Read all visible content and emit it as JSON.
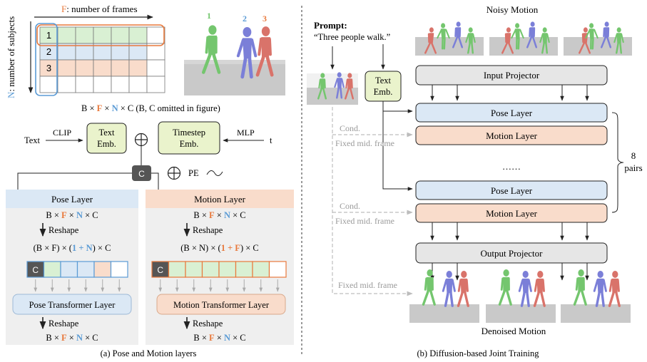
{
  "left": {
    "grid": {
      "frames_axis_letter": "F",
      "frames_axis_text": ": number of frames",
      "subjects_axis_letter": "N",
      "subjects_axis_text": ": number of subjects",
      "row_labels": [
        "1",
        "2",
        "3"
      ],
      "formula_parts": [
        "B × ",
        "F",
        " × ",
        "N",
        " × C",
        "  (B, C omitted in figure)"
      ],
      "figure_labels": [
        "1",
        "2",
        "3"
      ]
    },
    "embed": {
      "text_label": "Text",
      "clip_label": "CLIP",
      "text_emb": [
        "Text",
        "Emb."
      ],
      "plus": "⊕",
      "timestep_emb": [
        "Timestep",
        "Emb."
      ],
      "mlp_label": "MLP",
      "t_label": "t",
      "c_token": "C",
      "pe_label": "PE"
    },
    "pose_panel": {
      "title": "Pose Layer",
      "shape_in": [
        "B × ",
        "F",
        " × ",
        "N",
        " × C"
      ],
      "reshape": "Reshape",
      "shape_mid": [
        "(B × F) × (",
        "1 + N",
        ") × C"
      ],
      "transformer": "Pose Transformer Layer",
      "reshape2": "Reshape",
      "shape_out": [
        "B × ",
        "F",
        " × ",
        "N",
        " × C"
      ],
      "c_token": "C"
    },
    "motion_panel": {
      "title": "Motion Layer",
      "shape_in": [
        "B × ",
        "F",
        " × ",
        "N",
        " × C"
      ],
      "reshape": "Reshape",
      "shape_mid": [
        "(B × N) × (",
        "1 + F",
        ") × C"
      ],
      "transformer": "Motion Transformer Layer",
      "reshape2": "Reshape",
      "shape_out": [
        "B × ",
        "F",
        " × ",
        "N",
        " × C"
      ],
      "c_token": "C"
    },
    "caption": "(a) Pose and Motion layers"
  },
  "right": {
    "prompt_label": "Prompt:",
    "prompt_text": "“Three people walk.”",
    "noisy_motion": "Noisy Motion",
    "text_emb": [
      "Text",
      "Emb."
    ],
    "input_projector": "Input Projector",
    "pose_layer": "Pose Layer",
    "motion_layer": "Motion Layer",
    "cond": "Cond.",
    "fixed_mid": "Fixed mid. frame",
    "ellipsis": "……",
    "pairs": [
      "8",
      "pairs"
    ],
    "output_projector": "Output Projector",
    "denoised_motion": "Denoised Motion",
    "caption": "(b) Diffusion-based Joint Training"
  },
  "colors": {
    "orange": "#e8793c",
    "blue": "#5b9bd5",
    "green_fill": "#d9f0d3",
    "blue_fill": "#dbe8f5",
    "orange_fill": "#f9dccb",
    "emb_fill": "#eaf3cc",
    "gray_fill": "#e6e6e6",
    "dark_token": "#555555",
    "figure_green": "#74c66e",
    "figure_blue": "#7b7fd8",
    "figure_red": "#d9736a"
  }
}
